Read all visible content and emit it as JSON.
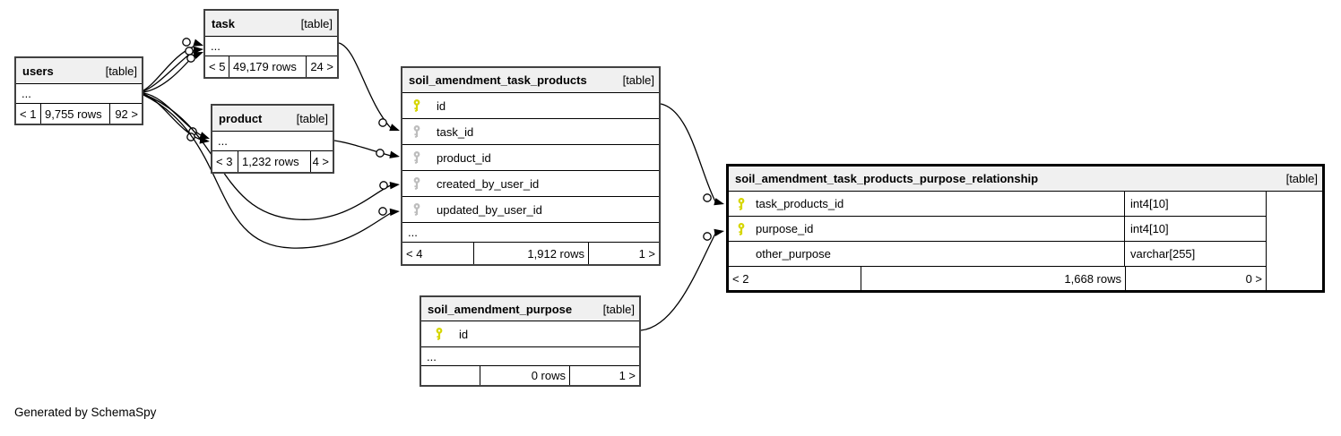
{
  "note": "Generated by SchemaSpy",
  "colors": {
    "primary_key": "#d6d600",
    "foreign_key": "#bdbdbd",
    "header_bg": "#f0f0f0",
    "table_border": "#414141",
    "focal_border": "#000000"
  },
  "tables": {
    "users": {
      "name": "users",
      "badge": "[table]",
      "ellipsis": "...",
      "footer": {
        "parents": "< 1",
        "rows": "9,755 rows",
        "children": "92 >"
      }
    },
    "task": {
      "name": "task",
      "badge": "[table]",
      "ellipsis": "...",
      "footer": {
        "parents": "< 5",
        "rows": "49,179 rows",
        "children": "24 >"
      }
    },
    "product": {
      "name": "product",
      "badge": "[table]",
      "ellipsis": "...",
      "footer": {
        "parents": "< 3",
        "rows": "1,232 rows",
        "children": "4 >"
      }
    },
    "satp": {
      "name": "soil_amendment_task_products",
      "badge": "[table]",
      "ellipsis": "...",
      "columns": [
        {
          "name": "id",
          "key": "primary"
        },
        {
          "name": "task_id",
          "key": "foreign"
        },
        {
          "name": "product_id",
          "key": "foreign"
        },
        {
          "name": "created_by_user_id",
          "key": "foreign"
        },
        {
          "name": "updated_by_user_id",
          "key": "foreign"
        }
      ],
      "footer": {
        "parents": "< 4",
        "rows": "1,912 rows",
        "children": "1 >"
      }
    },
    "relationship": {
      "name": "soil_amendment_task_products_purpose_relationship",
      "badge": "[table]",
      "columns": [
        {
          "name": "task_products_id",
          "type": "int4[10]",
          "key": "primary"
        },
        {
          "name": "purpose_id",
          "type": "int4[10]",
          "key": "primary"
        },
        {
          "name": "other_purpose",
          "type": "varchar[255]",
          "key": "none"
        }
      ],
      "footer": {
        "parents": "< 2",
        "rows": "1,668 rows",
        "children": "0 >"
      }
    },
    "purpose": {
      "name": "soil_amendment_purpose",
      "badge": "[table]",
      "ellipsis": "...",
      "columns": [
        {
          "name": "id",
          "key": "primary"
        }
      ],
      "footer": {
        "parents": "",
        "rows": "0 rows",
        "children": "1 >"
      }
    }
  },
  "relationships": [
    {
      "from": "users",
      "to": "task",
      "count": 3
    },
    {
      "from": "users",
      "to": "product",
      "count": 2
    },
    {
      "from": "users",
      "to": "soil_amendment_task_products.created_by_user_id",
      "count": 1
    },
    {
      "from": "users",
      "to": "soil_amendment_task_products.updated_by_user_id",
      "count": 1
    },
    {
      "from": "task",
      "to": "soil_amendment_task_products.task_id",
      "count": 1
    },
    {
      "from": "product",
      "to": "soil_amendment_task_products.product_id",
      "count": 1
    },
    {
      "from": "soil_amendment_task_products.id",
      "to": "soil_amendment_task_products_purpose_relationship.task_products_id",
      "count": 1
    },
    {
      "from": "soil_amendment_purpose.id",
      "to": "soil_amendment_task_products_purpose_relationship.purpose_id",
      "count": 1
    }
  ]
}
